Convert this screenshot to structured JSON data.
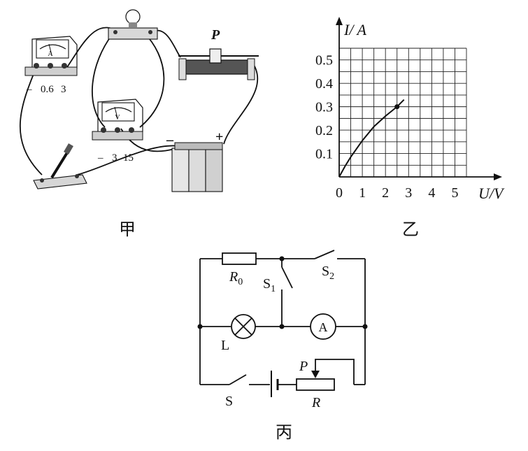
{
  "panel_jia": {
    "caption": "甲",
    "ammeter": {
      "symbol": "A",
      "terminals": [
        "–",
        "0.6",
        "3"
      ]
    },
    "voltmeter": {
      "symbol": "V",
      "terminals": [
        "–",
        "3",
        "15"
      ]
    },
    "slider_label": "P",
    "battery_signs": {
      "negative": "–",
      "positive": "+"
    }
  },
  "panel_yi": {
    "caption": "乙",
    "chart_data": {
      "type": "line",
      "title": "",
      "xlabel": "U/V",
      "ylabel": "I/ A",
      "xlim": [
        0,
        5.5
      ],
      "ylim": [
        0,
        0.55
      ],
      "x_ticks": [
        "0",
        "1",
        "2",
        "3",
        "4",
        "5"
      ],
      "y_ticks": [
        "0.1",
        "0.2",
        "0.3",
        "0.4",
        "0.5"
      ],
      "grid": true,
      "series": [
        {
          "x": [
            0,
            0.25,
            0.5,
            1.0,
            1.5,
            2.0,
            2.5,
            2.8
          ],
          "y": [
            0,
            0.045,
            0.085,
            0.155,
            0.215,
            0.26,
            0.3,
            0.33
          ]
        }
      ],
      "marked_point": {
        "x": 2.5,
        "y": 0.3
      }
    }
  },
  "panel_bing": {
    "caption": "丙",
    "labels": {
      "r0": "R",
      "r0_sub": "0",
      "s1": "S",
      "s1_sub": "1",
      "s2": "S",
      "s2_sub": "2",
      "lamp": "L",
      "ammeter": "A",
      "switch_s": "S",
      "slider": "P",
      "rheostat": "R"
    }
  }
}
